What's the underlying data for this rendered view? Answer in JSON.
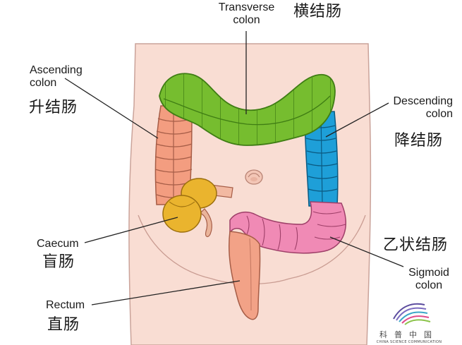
{
  "labels": {
    "transverse": {
      "en_line1": "Transverse",
      "en_line2": "colon",
      "zh": "横结肠"
    },
    "ascending": {
      "en_line1": "Ascending",
      "en_line2": "colon",
      "zh": "升结肠"
    },
    "descending": {
      "en_line1": "Descending",
      "en_line2": "colon",
      "zh": "降结肠"
    },
    "caecum": {
      "en": "Caecum",
      "zh": "盲肠"
    },
    "sigmoid": {
      "en_line1": "Sigmoid",
      "en_line2": "colon",
      "zh": "乙状结肠"
    },
    "rectum": {
      "en": "Rectum",
      "zh": "直肠"
    }
  },
  "watermark": {
    "zh": "科普中国",
    "en": "CHINA SCIENCE COMMUNICATION"
  },
  "colors": {
    "skin": "#f9ddd3",
    "transverse": "#76bd2f",
    "ascending": "#f39d80",
    "descending": "#1e9fd8",
    "caecum": "#eab42e",
    "sigmoid": "#f08ab5",
    "rectum": "#f2a287"
  }
}
